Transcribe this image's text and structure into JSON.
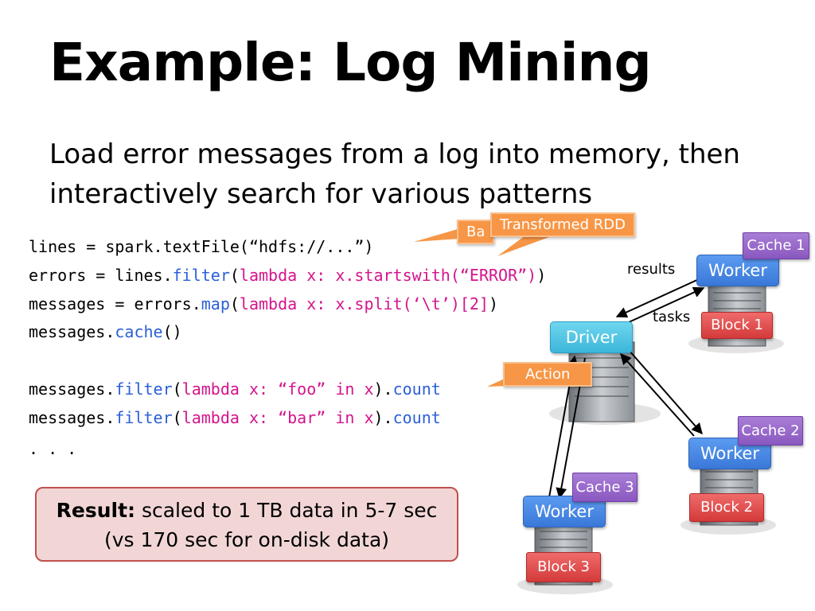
{
  "slide": {
    "title": "Example: Log Mining",
    "subtitle_line1": "Load error messages from a log into memory, then",
    "subtitle_line2": "interactively search for various patterns"
  },
  "code": {
    "line1": "lines = spark.textFile(“hdfs://...”)",
    "line2": {
      "a": "errors = lines.",
      "b": "filter",
      "c": "(",
      "d": "lambda x: x.startswith(“ERROR”)",
      "e": ")"
    },
    "line3": {
      "a": "messages = errors.",
      "b": "map",
      "c": "(",
      "d": "lambda x: x.split(‘\\t’)[2]",
      "e": ")"
    },
    "line4": {
      "a": "messages.",
      "b": "cache",
      "c": "()"
    },
    "line5": {
      "a": "messages.",
      "b": "filter",
      "c": "(",
      "d": "lambda x: “foo” in x",
      "e": ").",
      "f": "count"
    },
    "line6": {
      "a": "messages.",
      "b": "filter",
      "c": "(",
      "d": "lambda x: “bar” in x",
      "e": ").",
      "f": "count"
    },
    "line7": ". . ."
  },
  "callouts": {
    "base_rdd": "Ba",
    "transformed_rdd": "Transformed RDD",
    "action": "Action"
  },
  "diagram": {
    "driver": "Driver",
    "results": "results",
    "tasks": "tasks",
    "worker1": {
      "label": "Worker",
      "cache": "Cache 1",
      "block": "Block 1"
    },
    "worker2": {
      "label": "Worker",
      "cache": "Cache 2",
      "block": "Block 2"
    },
    "worker3": {
      "label": "Worker",
      "cache": "Cache 3",
      "block": "Block 3"
    }
  },
  "result": {
    "bold": "Result:",
    "text1": " scaled to 1 TB data in 5-7 sec",
    "text2": "(vs 170 sec for on-disk data)"
  },
  "colors": {
    "keyword": "#2b5fd9",
    "argument": "#d4148c",
    "callout": "#f79646",
    "worker": "#4a8ae6",
    "driver": "#4cc3e3",
    "block": "#e05050",
    "cache": "#9a6ccc",
    "result_bg": "#f2d6d6",
    "result_border": "#c0504d"
  }
}
